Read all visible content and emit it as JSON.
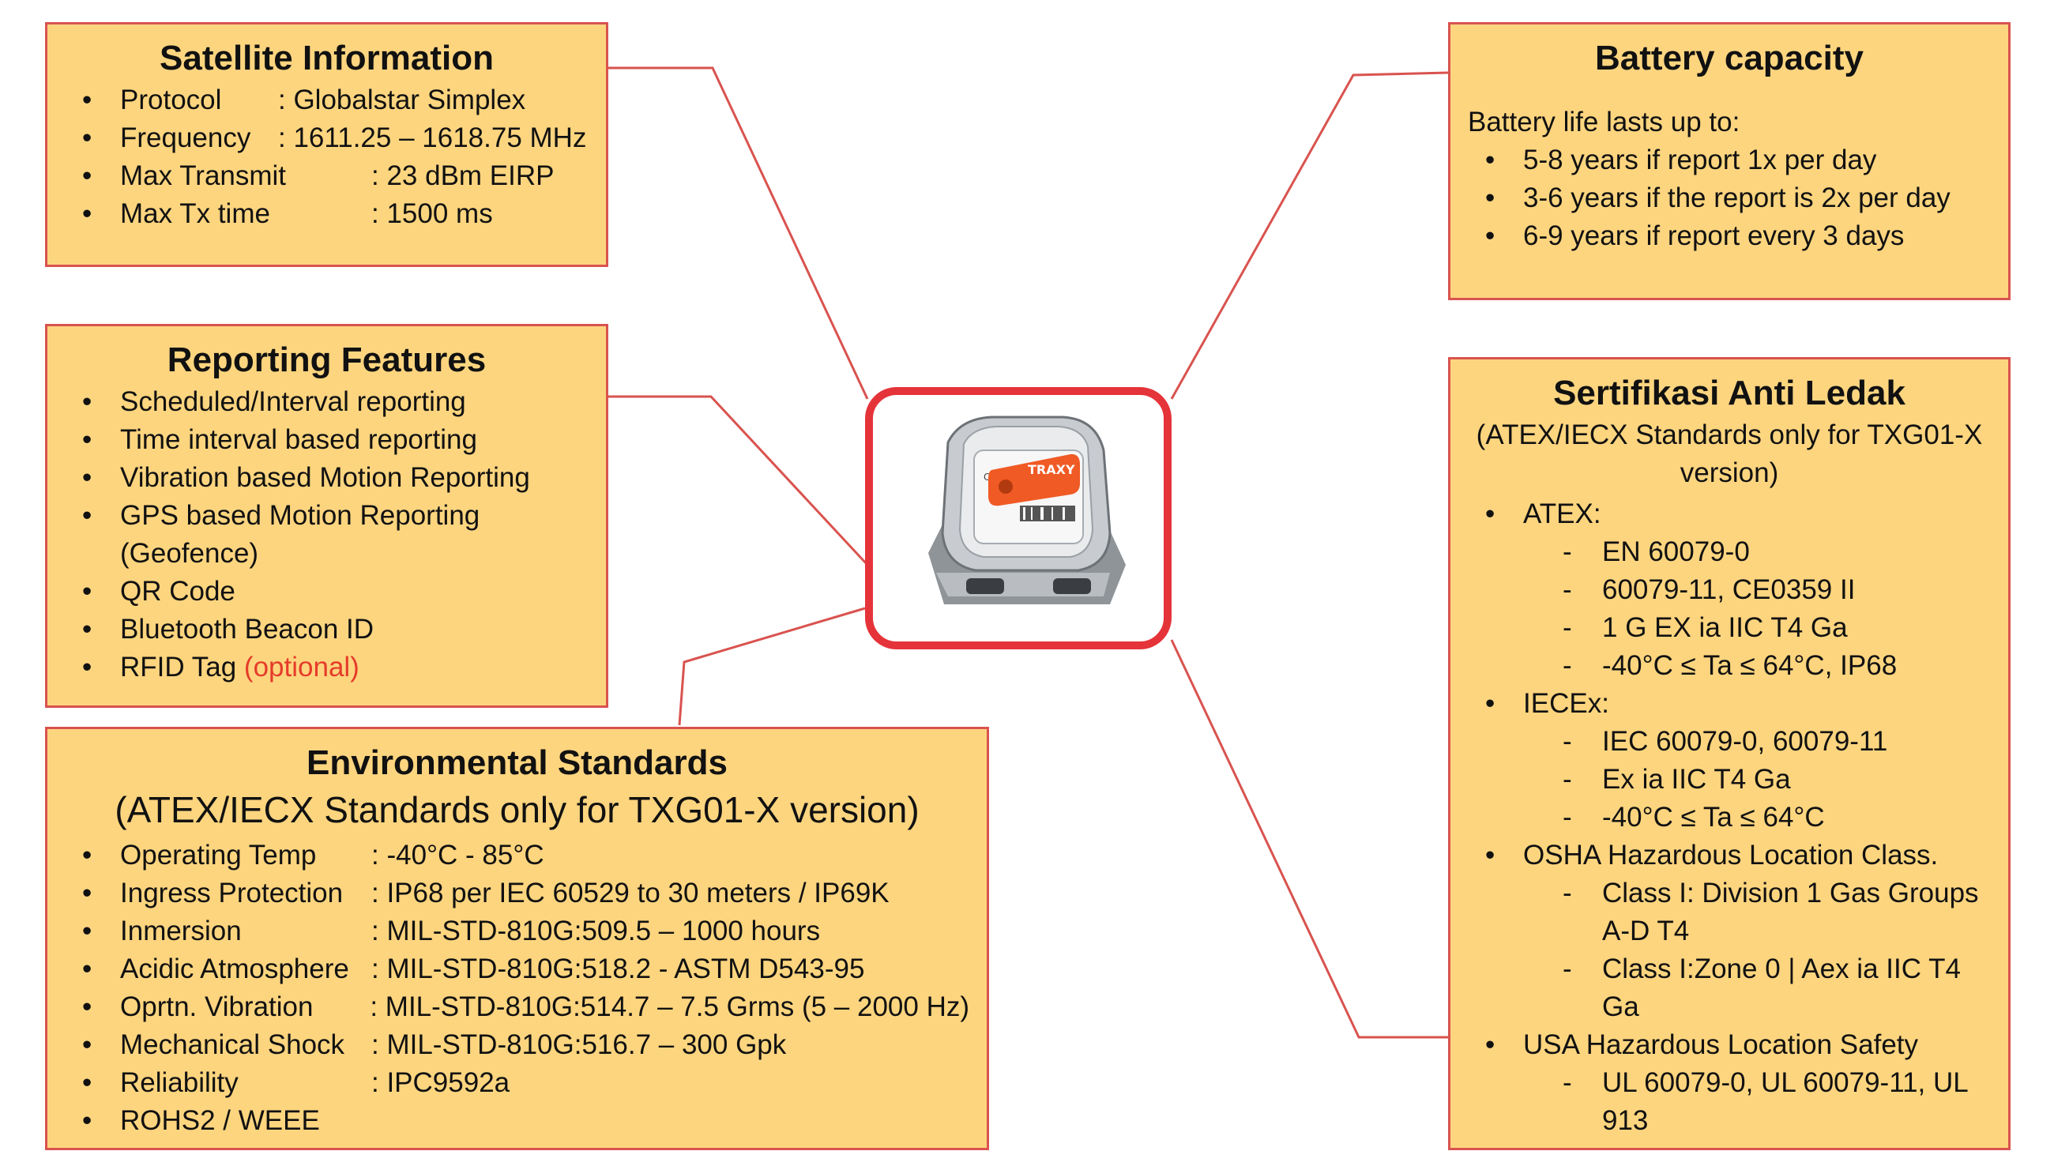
{
  "satellite": {
    "title": "Satellite Information",
    "rows": [
      {
        "label": "Protocol",
        "value": ": Globalstar Simplex"
      },
      {
        "label": "Frequency",
        "value": ": 1611.25 – 1618.75 MHz"
      },
      {
        "label": "Max Transmit",
        "value": ": 23 dBm EIRP"
      },
      {
        "label": "Max Tx time",
        "value": ": 1500 ms"
      }
    ]
  },
  "reporting": {
    "title": "Reporting Features",
    "items": [
      "Scheduled/Interval reporting",
      "Time interval based reporting",
      "Vibration based Motion Reporting",
      "GPS based Motion Reporting (Geofence)",
      "QR Code",
      "Bluetooth Beacon ID",
      "RFID Tag"
    ],
    "rfid_note": "(optional)"
  },
  "environmental": {
    "title": "Environmental Standards",
    "subtitle": "(ATEX/IECX Standards only for TXG01-X version)",
    "rows": [
      {
        "label": "Operating Temp",
        "value": ": -40°C - 85°C"
      },
      {
        "label": "Ingress Protection",
        "value": ": IP68 per IEC 60529 to 30 meters / IP69K"
      },
      {
        "label": "Inmersion",
        "value": ": MIL-STD-810G:509.5 – 1000 hours"
      },
      {
        "label": "Acidic Atmosphere",
        "value": ": MIL-STD-810G:518.2 - ASTM D543-95"
      },
      {
        "label": "Oprtn. Vibration",
        "value": ": MIL-STD-810G:514.7 – 7.5 Grms (5 – 2000 Hz)"
      },
      {
        "label": "Mechanical Shock",
        "value": ": MIL-STD-810G:516.7 – 300 Gpk"
      },
      {
        "label": "Reliability",
        "value": ": IPC9592a"
      },
      {
        "label": "ROHS2 / WEEE",
        "value": ""
      }
    ]
  },
  "battery": {
    "title": "Battery capacity",
    "intro": "Battery life lasts up to:",
    "items": [
      "5-8 years if report 1x per day",
      "3-6 years if the report is 2x per day",
      "6-9 years if report every 3 days"
    ]
  },
  "certification": {
    "title": "Sertifikasi Anti Ledak",
    "subtitle": "(ATEX/IECX Standards only for TXG01-X version)",
    "groups": [
      {
        "label": "ATEX:",
        "subs": [
          "EN 60079-0",
          "60079-11, CE0359 II",
          "1 G EX ia IIC T4 Ga",
          "-40°C ≤ Ta ≤ 64°C, IP68"
        ]
      },
      {
        "label": "IECEx:",
        "subs": [
          "IEC 60079-0, 60079-11",
          "Ex ia IIC T4 Ga",
          "-40°C ≤ Ta ≤ 64°C"
        ]
      },
      {
        "label": "OSHA Hazardous Location Class.",
        "subs": [
          "Class I: Division 1 Gas Groups A-D T4",
          "Class I:Zone 0 | Aex ia IIC T4 Ga"
        ]
      },
      {
        "label": "USA Hazardous Location Safety",
        "subs": [
          "UL 60079-0, UL 60079-11, UL 913"
        ]
      }
    ]
  },
  "device": {
    "brand": "TRAXY",
    "label_marks": "CE"
  },
  "colors": {
    "box_fill": "#fdd57f",
    "box_border": "#d9534f",
    "connector": "#d9534f",
    "frame": "#e5333a",
    "accent_red": "#e53b2a"
  }
}
